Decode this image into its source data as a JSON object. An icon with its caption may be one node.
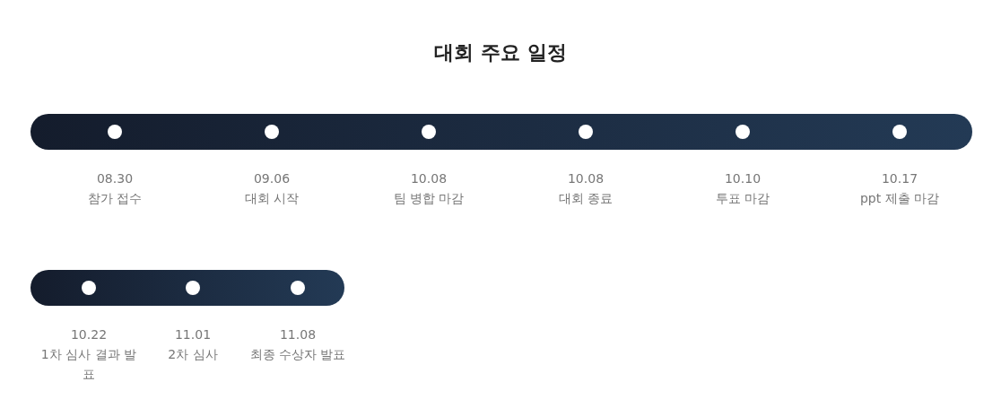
{
  "diagram": {
    "title": "대회 주요 일정",
    "nodes": [
      {
        "text": [],
        "shape": "bar"
      },
      {
        "text": [],
        "shape": "circle",
        "in": 0,
        "beside": [
          "08.30",
          "참가 접수"
        ]
      },
      {
        "text": [],
        "shape": "circle",
        "in": 0,
        "beside": [
          "09.06",
          "대회 시작"
        ]
      },
      {
        "text": [],
        "shape": "circle",
        "in": 0,
        "beside": [
          "10.08",
          "팀 병합 마감"
        ]
      },
      {
        "text": [],
        "shape": "circle",
        "in": 0,
        "beside": [
          "10.08",
          "대회 종료"
        ]
      },
      {
        "text": [],
        "shape": "circle",
        "in": 0,
        "beside": [
          "10.10",
          "투표 마감"
        ]
      },
      {
        "text": [],
        "shape": "circle",
        "in": 0,
        "beside": [
          "10.17",
          "ppt 제출 마감"
        ]
      },
      {
        "text": [],
        "shape": "bar"
      },
      {
        "text": [],
        "shape": "circle",
        "in": 7,
        "beside": [
          "10.22",
          "1차 심사 결과 발표"
        ]
      },
      {
        "text": [],
        "shape": "circle",
        "in": 7,
        "beside": [
          "11.01",
          "2차 심사"
        ]
      },
      {
        "text": [],
        "shape": "circle",
        "in": 7,
        "beside": [
          "11.08",
          "최종 수상자 발표"
        ]
      }
    ]
  }
}
